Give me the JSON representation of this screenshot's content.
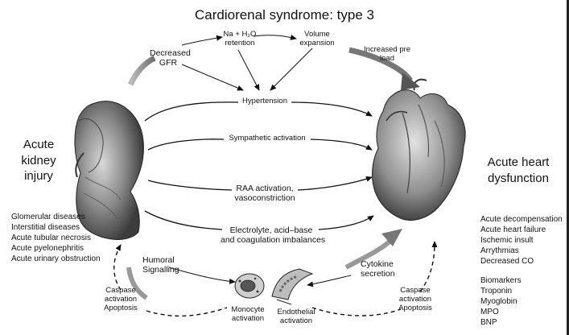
{
  "title": "Cardiorenal syndrome: type 3",
  "left_organ": {
    "label_line1": "Acute",
    "label_line2": "kidney",
    "label_line3": "injury"
  },
  "right_organ": {
    "label_line1": "Acute heart",
    "label_line2": "dysfunction"
  },
  "top_factors": {
    "decreased_gfr_line1": "Decreased",
    "decreased_gfr_line2": "GFR",
    "na_retention_line1": "Na + H₂O",
    "na_retention_line2": "retention",
    "volume_line1": "Volume",
    "volume_line2": "expansion",
    "preload_line1": "Increased pre",
    "preload_line2": "load"
  },
  "mechanisms": {
    "hypertension": "Hypertension",
    "sympathetic": "Sympathetic activation",
    "raa_line1": "RAA activation,",
    "raa_line2": "vasoconstriction",
    "electrolyte_line1": "Electrolyte, acid–base",
    "electrolyte_line2": "and coagulation imbalances"
  },
  "kidney_causes": [
    "Glomerular diseases",
    "Interstitial diseases",
    "Acute tubular necrosis",
    "Acute pyelonephritis",
    "Acute urinary obstruction"
  ],
  "heart_outcomes": [
    "Acute decompensation",
    "Acute heart failure",
    "Ischemic insult",
    "Arrythmias",
    "Decreased CO"
  ],
  "biomarkers": {
    "heading": "Biomarkers",
    "items": [
      "Troponin",
      "Myoglobin",
      "MPO",
      "BNP"
    ]
  },
  "bottom": {
    "humoral_line1": "Humoral",
    "humoral_line2": "Signalling",
    "cytokine_line1": "Cytokine",
    "cytokine_line2": "secretion",
    "caspase_left_line1": "Caspase",
    "caspase_left_line2": "activation",
    "caspase_left_line3": "Apoptosis",
    "caspase_right_line1": "Caspase",
    "caspase_right_line2": "activation",
    "caspase_right_line3": "Apoptosis",
    "monocyte_line1": "Monocyte",
    "monocyte_line2": "activation",
    "endothelial_line1": "Endothelial",
    "endothelial_line2": "activation"
  }
}
